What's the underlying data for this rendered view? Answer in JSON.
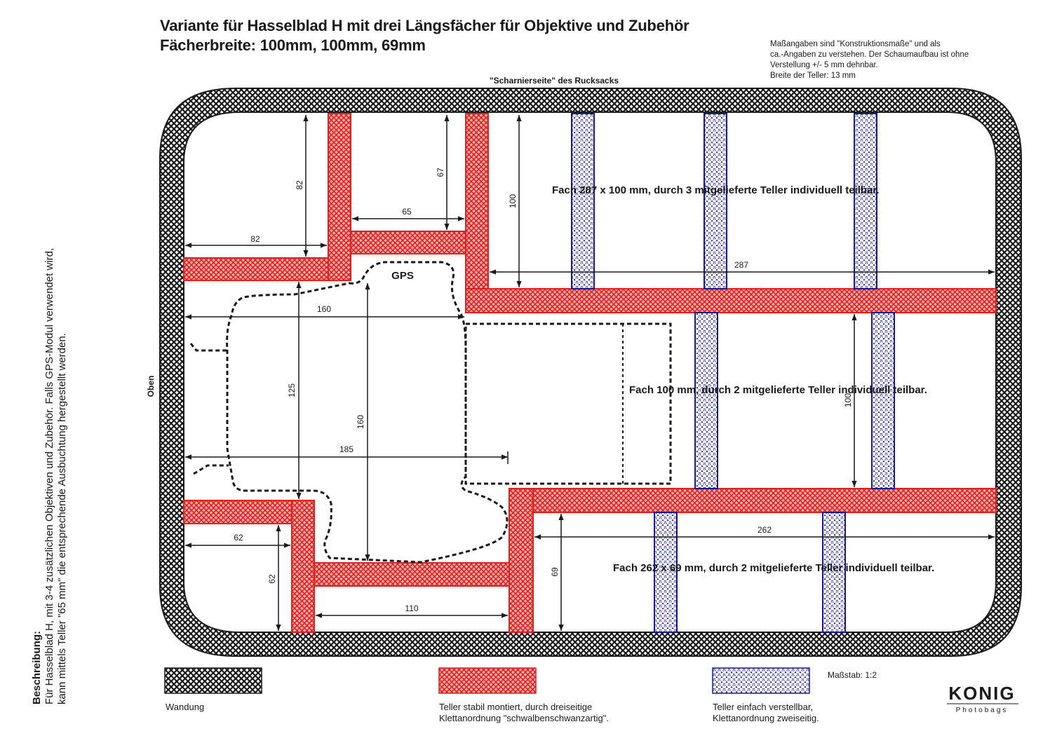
{
  "title": {
    "line1": "Variante für Hasselblad H mit drei Längsfächer für Objektive und Zubehör",
    "line2": "Fächerbreite: 100mm, 100mm, 69mm"
  },
  "note": [
    "Maßangaben sind \"Konstruktionsmaße\" und als",
    "ca.-Angaben zu verstehen. Der Schaumaufbau ist ohne",
    "Verstellung +/- 5 mm dehnbar.",
    "Breite der Teller: 13 mm"
  ],
  "side_labels": {
    "top": "\"Scharnierseite\" des Rucksacks",
    "left": "Oben"
  },
  "description": {
    "heading": "Beschreibung:",
    "lines": [
      "Für Hasselblad H, mit 3-4 zusätzlichen Objektiven und Zubehör. Falls GPS-Modul verwendet wird,",
      "kann mittels Teller \"65 mm\" die entsprechende Ausbuchtung hergestellt werden."
    ]
  },
  "compartments": {
    "fach1": "Fach 287 x 100 mm, durch 3 mitgelieferte Teller individuell teilbar.",
    "fach2": "Fach 100 mm, durch 2 mitgelieferte Teller individuell teilbar.",
    "fach3": "Fach 262 x 69 mm, durch 2 mitgelieferte Teller individuell teilbar.",
    "gps": "GPS"
  },
  "dimensions": {
    "d82_v": "82",
    "d82_h": "82",
    "d65": "65",
    "d67": "67",
    "d100_top": "100",
    "d287": "287",
    "d160_h": "160",
    "d125": "125",
    "d160_v": "160",
    "d185": "185",
    "d100_right": "100",
    "d62_h": "62",
    "d62_v": "62",
    "d262": "262",
    "d69": "69",
    "d110": "110"
  },
  "legend": {
    "wall": "Wandung",
    "fixed": [
      "Teller stabil montiert, durch dreiseitige",
      "Klettanordnung \"schwalbenschwanzartig\"."
    ],
    "adjustable": [
      "Teller einfach verstellbar,",
      "Klettanordnung zweiseitig."
    ],
    "scale": "Maßstab: 1:2"
  },
  "logo": {
    "name": "KONIG",
    "sub": "Photobags"
  },
  "colors": {
    "wall": "#1a1a1a",
    "fixed_divider": "#e0201e",
    "adjustable_divider": "#1a1a8a"
  }
}
